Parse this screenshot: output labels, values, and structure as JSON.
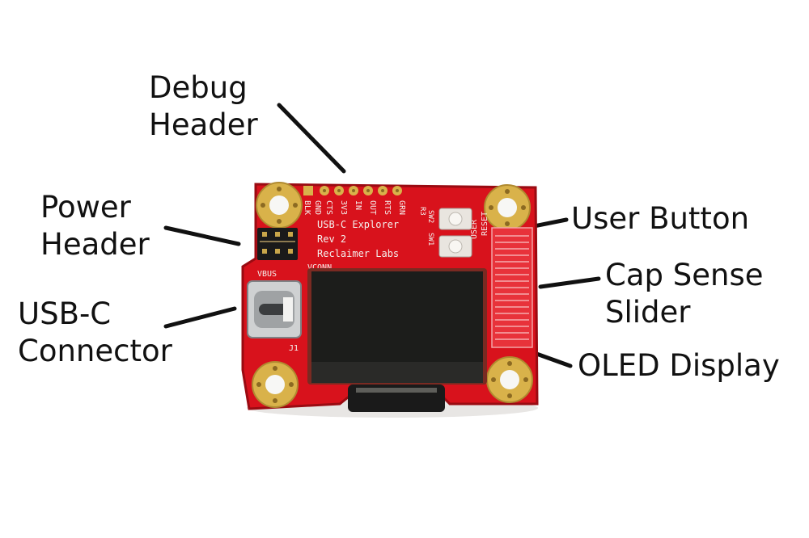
{
  "labels": {
    "debug": [
      "Debug",
      "Header"
    ],
    "power": [
      "Power",
      "Header"
    ],
    "usbc": [
      "USB-C",
      "Connector"
    ],
    "user_button": [
      "User Button"
    ],
    "cap_sense": [
      "Cap Sense",
      "Slider"
    ],
    "oled": [
      "OLED Display"
    ]
  },
  "silkscreen": {
    "title": "USB-C Explorer",
    "rev": "Rev 2",
    "maker": "Reclaimer Labs",
    "debug_pins": [
      "BLK",
      "GND",
      "CTS",
      "3V3",
      "IN",
      "OUT",
      "RTS",
      "GRN"
    ],
    "vconn": "VCONN",
    "vbus": "VBUS",
    "j1": "J1",
    "r3": "R3",
    "sw1": "SW1",
    "sw2": "SW2",
    "user": "USER",
    "reset": "RESET"
  },
  "colors": {
    "pcb": "#d8121c",
    "pcb_dark": "#a80c14",
    "gold": "#d9b24a",
    "screen": "#1c1d1b",
    "silk": "#f4f1ee",
    "line": "#111111"
  }
}
